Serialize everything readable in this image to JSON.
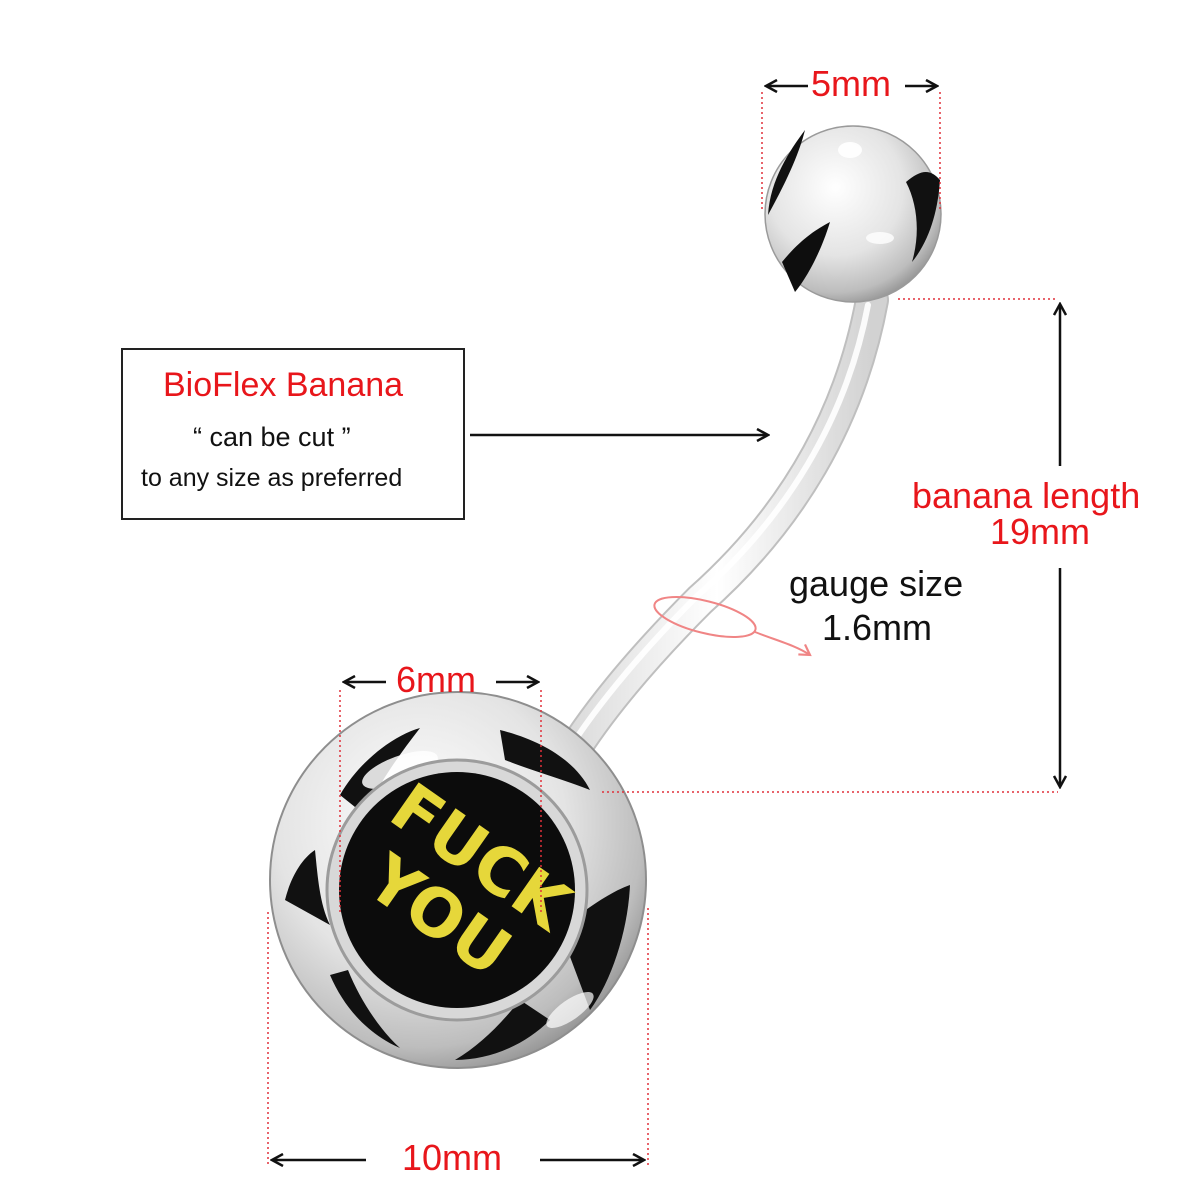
{
  "product": {
    "center_logo_lines": [
      "FUCK",
      "YOU"
    ]
  },
  "callout": {
    "title": "BioFlex Banana",
    "quote": "“ can be cut ”",
    "detail": "to any size as preferred"
  },
  "dimensions": {
    "top_ball": "5mm",
    "logo_width": "6mm",
    "bottom_ball": "10mm",
    "length_label": "banana length",
    "length_value": "19mm",
    "gauge_label": "gauge size",
    "gauge_value": "1.6mm"
  },
  "colors": {
    "label_red": "#e8161b",
    "guide_red": "#e0303a",
    "gauge_ring": "#f08585",
    "logo_yellow": "#e6d73a",
    "logo_bg": "#0c0c0c"
  }
}
